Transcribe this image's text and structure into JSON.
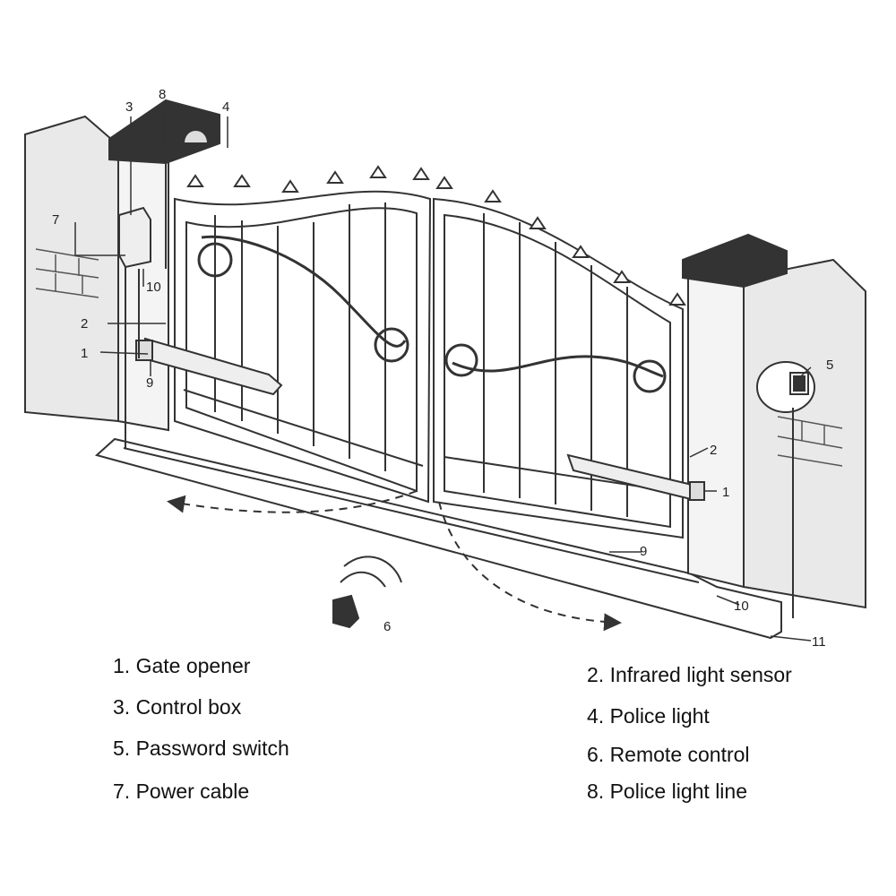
{
  "callouts": {
    "c1_left": "1",
    "c1_right": "1",
    "c2_left": "2",
    "c2_right": "2",
    "c3": "3",
    "c4": "4",
    "c5": "5",
    "c6": "6",
    "c7": "7",
    "c8": "8",
    "c9_left": "9",
    "c9_bottom": "9",
    "c10_left": "10",
    "c10_bottom": "10",
    "c11": "11"
  },
  "legend": {
    "item_1": "1. Gate opener",
    "item_2": "2. Infrared light sensor",
    "item_3": "3. Control box",
    "item_4": "4. Police light",
    "item_5": "5. Password switch",
    "item_6": "6. Remote control",
    "item_7": "7. Power cable",
    "item_8": "8. Police light line"
  },
  "colors": {
    "line": "#333333",
    "pillar_fill": "#e8e8e8",
    "cap_fill": "#333333",
    "gate_fill": "#ffffff"
  }
}
